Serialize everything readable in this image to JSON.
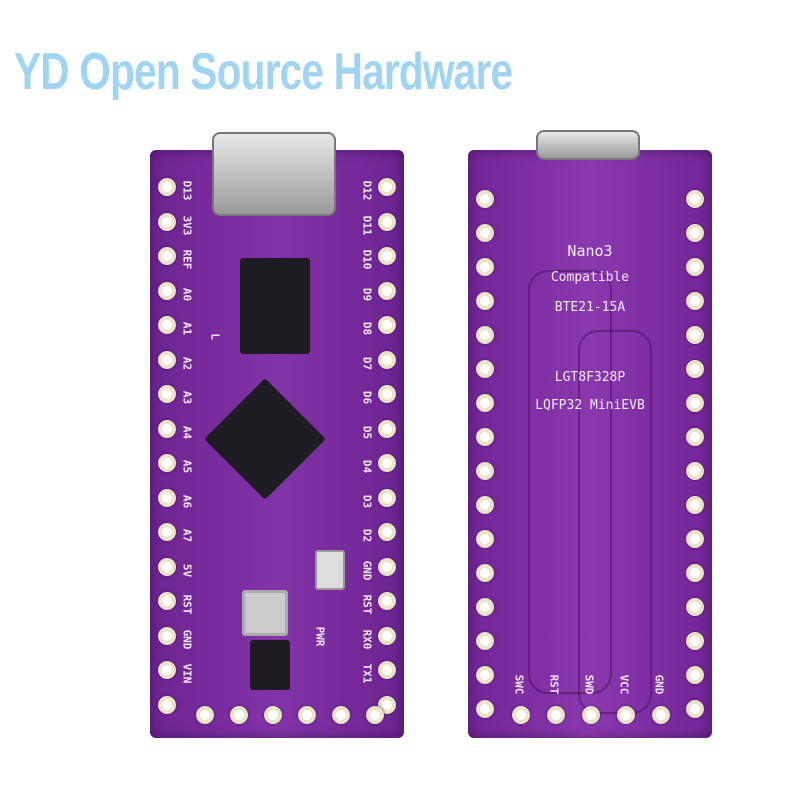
{
  "banner": {
    "text": "YD Open Source Hardware"
  },
  "front": {
    "left_labels": [
      "D13",
      "3V3",
      "REF",
      "A0",
      "A1",
      "A2",
      "A3",
      "A4",
      "A5",
      "A6",
      "A7",
      "5V",
      "RST",
      "GND",
      "VIN"
    ],
    "right_labels": [
      "D12",
      "D11",
      "D10",
      "D9",
      "D8",
      "D7",
      "D6",
      "D5",
      "D4",
      "D3",
      "D2",
      "GND",
      "RST",
      "RX0",
      "TX1"
    ],
    "led_l": "L",
    "led_pwr": "PWR"
  },
  "back": {
    "line1": "Nano3",
    "line2": "Compatible",
    "line3": "BTE21-15A",
    "line4": "LGT8F328P",
    "line5": "LQFP32 MiniEVB",
    "bottom_labels": [
      "SWC",
      "RST",
      "SWD",
      "VCC",
      "GND"
    ]
  },
  "colors": {
    "pcb": "#7a2c9e",
    "banner": "#9fd4f2"
  }
}
